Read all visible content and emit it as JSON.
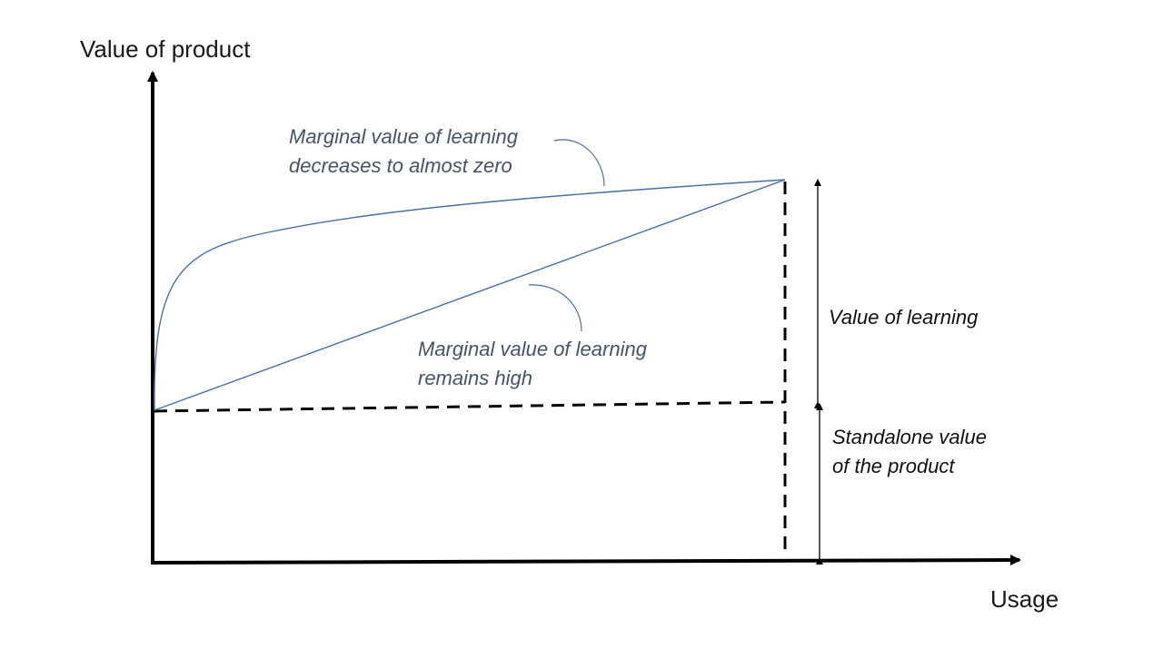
{
  "y_axis_label": "Value of product",
  "x_axis_label": "Usage",
  "annotation_concave": [
    "Marginal value of learning",
    "decreases to almost zero"
  ],
  "annotation_linear": [
    "Marginal value of learning",
    "remains high"
  ],
  "bracket_upper_label": "Value of learning",
  "bracket_lower_label": [
    "Standalone value",
    "of the product"
  ],
  "colors": {
    "curve": "#4a6fa5",
    "annotation_text": "#44546a",
    "axis": "#000000"
  }
}
